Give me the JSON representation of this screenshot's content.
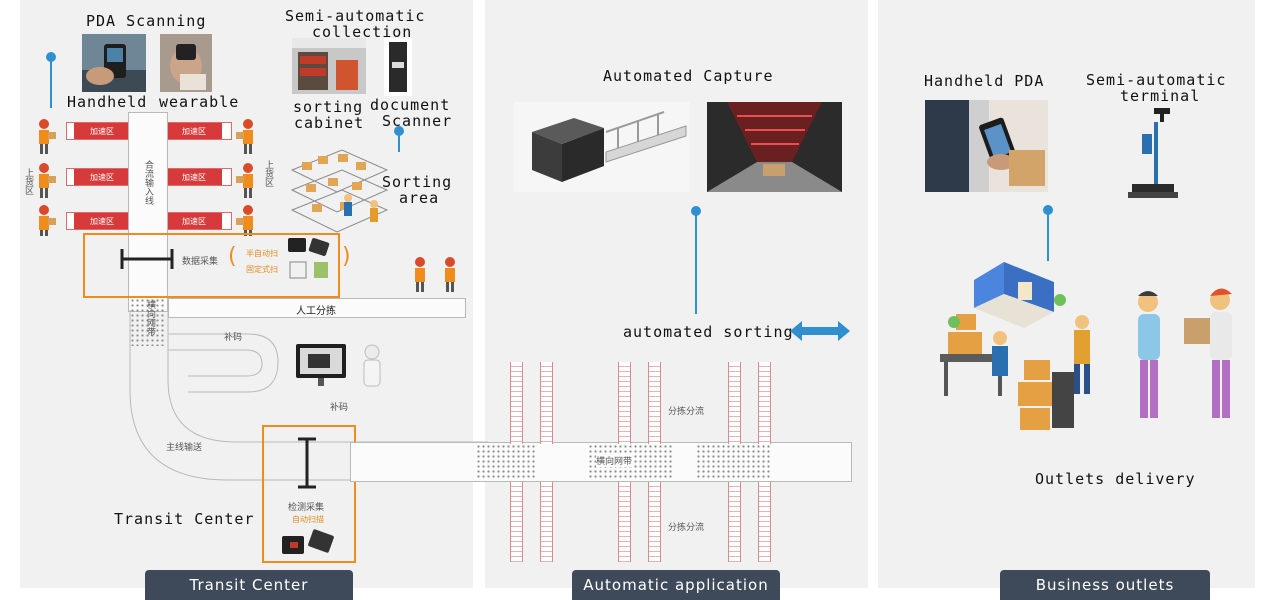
{
  "panels": {
    "transit": {
      "tab": "Transit Center"
    },
    "automatic": {
      "tab": "Automatic application"
    },
    "business": {
      "tab": "Business outlets"
    }
  },
  "labels": {
    "pda_scanning": "PDA Scanning",
    "handheld": "Handheld",
    "wearable": "wearable",
    "semi_auto_collection_1": "Semi-automatic",
    "semi_auto_collection_2": "collection",
    "sorting_cabinet_1": "sorting",
    "sorting_cabinet_2": "cabinet",
    "document_scanner_1": "document",
    "document_scanner_2": "Scanner",
    "sorting_area_1": "Sorting",
    "sorting_area_2": "area",
    "transit_center": "Transit Center",
    "automated_capture": "Automated Capture",
    "automated_sorting": "automated sorting",
    "handheld_pda": "Handheld PDA",
    "semi_auto_terminal_1": "Semi-automatic",
    "semi_auto_terminal_2": "terminal",
    "outlets_delivery": "Outlets delivery"
  },
  "cn_labels": {
    "tag": "加速区",
    "side_left": "上货区",
    "side_right": "上货区",
    "merge": "合流输入线",
    "data_collect": "数据采集",
    "semi_auto": "半自动扫",
    "fixed_scan": "固定式扫",
    "manual_sort": "人工分拣",
    "cross_belt_v": "横向网带",
    "code_patch": "补码",
    "code_patch2": "补码",
    "main_conveyor": "主线输送",
    "detect_collect": "检测采集",
    "auto_scan": "自动扫描",
    "cross_belt_h": "横向网带",
    "divert_top": "分拣分流",
    "divert_bottom": "分拣分流"
  },
  "colors": {
    "panel_bg": "#f1f1f1",
    "tab_bg": "#3e4a5a",
    "accent_blue": "#2f8fd0",
    "highlight_orange": "#f08c1c",
    "belt_red": "#d63a3a"
  },
  "icons": [
    "double-arrow-icon",
    "warehouse-icon",
    "dimension-marker-icon"
  ]
}
